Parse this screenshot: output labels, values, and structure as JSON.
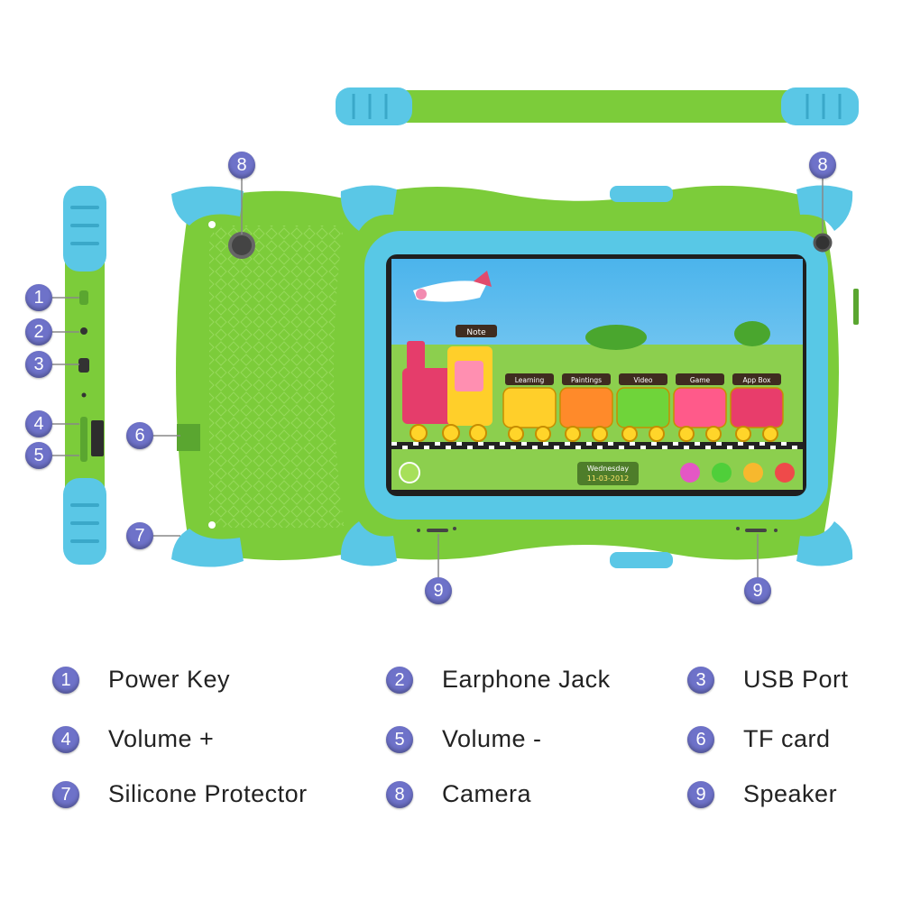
{
  "colors": {
    "badge": "#6e72c9",
    "body_green": "#7ccc3a",
    "bumper_blue": "#58c8e6",
    "screen_sky": "#69c6f2",
    "grass": "#8ccf4e"
  },
  "callouts": [
    "1",
    "2",
    "3",
    "4",
    "5",
    "6",
    "7",
    "8",
    "8",
    "9",
    "9"
  ],
  "screen": {
    "bubble": "Note",
    "apps": [
      "Learning",
      "Paintings",
      "Video",
      "Game",
      "App Box"
    ],
    "date_day": "Wednesday",
    "date_value": "11-03-2012"
  },
  "legend": [
    {
      "num": "1",
      "label": "Power Key"
    },
    {
      "num": "2",
      "label": "Earphone Jack"
    },
    {
      "num": "3",
      "label": "USB Port"
    },
    {
      "num": "4",
      "label": "Volume +"
    },
    {
      "num": "5",
      "label": "Volume -"
    },
    {
      "num": "6",
      "label": "TF card"
    },
    {
      "num": "7",
      "label": "Silicone Protector"
    },
    {
      "num": "8",
      "label": "Camera"
    },
    {
      "num": "9",
      "label": "Speaker"
    }
  ]
}
